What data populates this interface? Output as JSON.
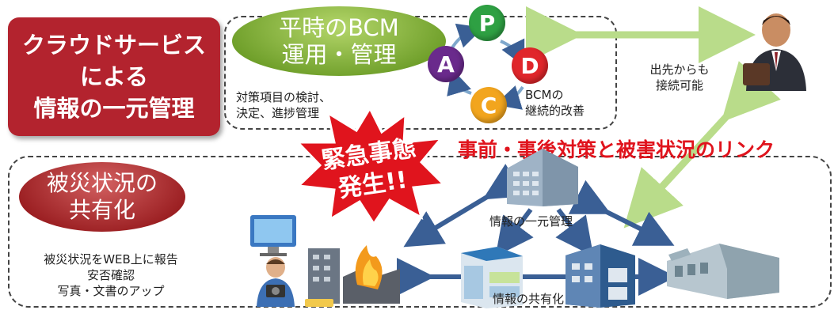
{
  "title_box": {
    "line1": "クラウドサービス",
    "line2": "による",
    "line3": "情報の一元管理"
  },
  "bcm_pill": {
    "line1": "平時のBCM",
    "line2": "運用・管理"
  },
  "bcm_desc": {
    "line1": "対策項目の検討、",
    "line2": "決定、進捗管理"
  },
  "pdca": {
    "p": "P",
    "d": "D",
    "c": "C",
    "a": "A",
    "p_color": "#2ea043",
    "d_color": "#e0262b",
    "c_color": "#f2a51e",
    "a_color": "#6a2a8c"
  },
  "bcm_improve": {
    "line1": "BCMの",
    "line2": "継続的改善"
  },
  "remote": {
    "line1": "出先からも",
    "line2": "接続可能"
  },
  "emergency": {
    "line1": "緊急事態",
    "line2": "発生!!"
  },
  "link_banner": "事前・事後対策と被害状況のリンク",
  "damage_pill": {
    "line1": "被災状況の",
    "line2": "共有化"
  },
  "damage_desc": {
    "line1": "被災状況をWEB上に報告",
    "line2": "安否確認",
    "line3": "写真・文書のアップ"
  },
  "central_label": "情報の一元管理",
  "share_label": "情報の共有化",
  "colors": {
    "title_red": "#b3232e",
    "arrow_blue": "#3a5f95",
    "link_green": "#b9dc8a",
    "banner_red": "#e0141d"
  }
}
